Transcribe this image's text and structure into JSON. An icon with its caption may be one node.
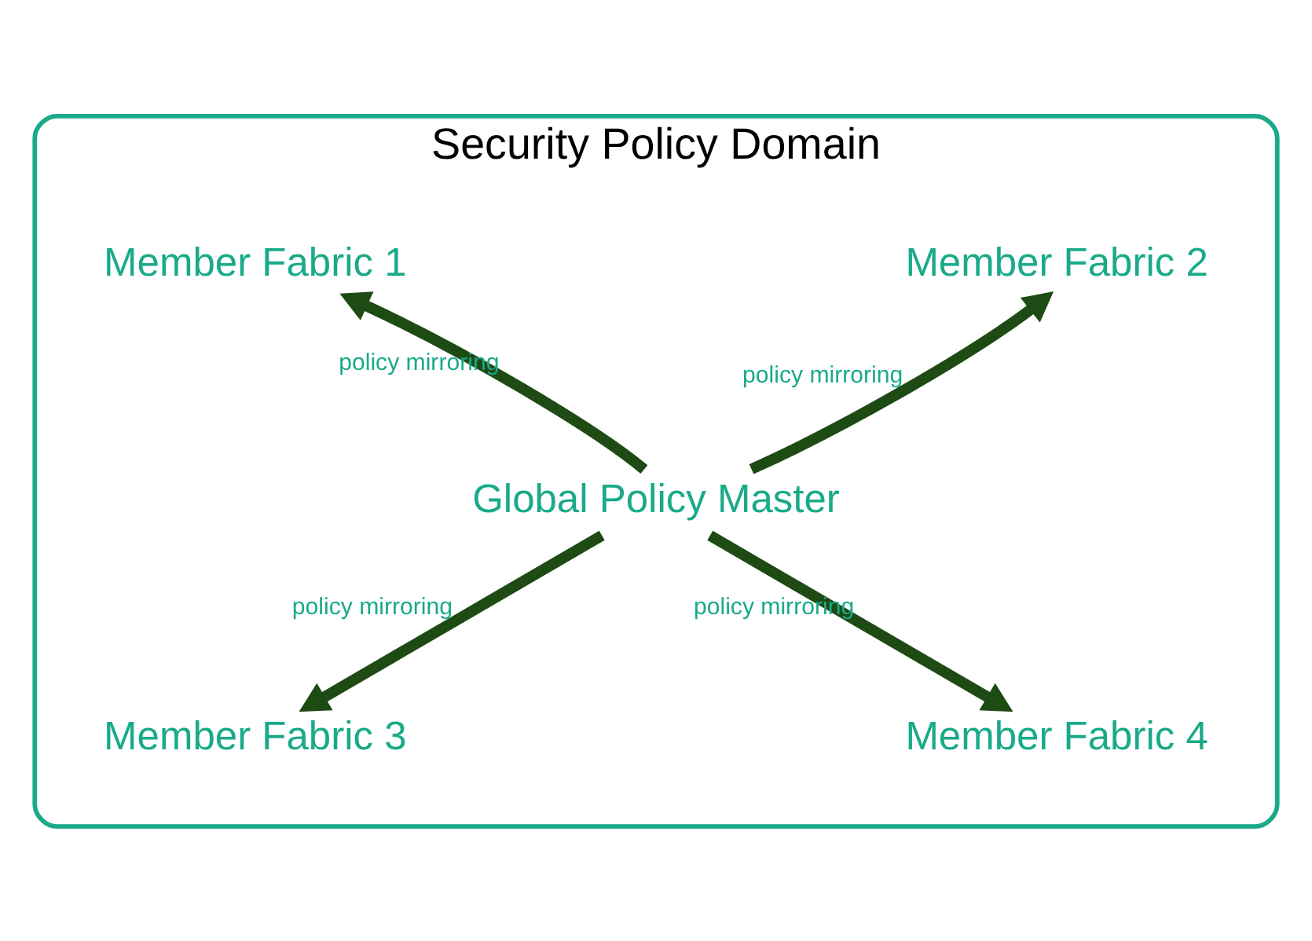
{
  "diagram": {
    "nodes": [
      {
        "text": [
          "Security Policy Domain"
        ]
      },
      {
        "text": [
          "Member Fabric 1"
        ],
        "in": 0
      },
      {
        "text": [
          "Member Fabric 2"
        ],
        "in": 0
      },
      {
        "text": [
          "Global Policy Master"
        ],
        "in": 0
      },
      {
        "text": [
          "Member Fabric 3"
        ],
        "in": 0
      },
      {
        "text": [
          "Member Fabric 4"
        ],
        "in": 0
      }
    ],
    "edges": [
      {
        "from": 3,
        "to": 1,
        "arrow": "to",
        "label": "policy mirroring"
      },
      {
        "from": 3,
        "to": 2,
        "arrow": "to",
        "label": "policy mirroring"
      },
      {
        "from": 3,
        "to": 4,
        "arrow": "to",
        "label": "policy mirroring"
      },
      {
        "from": 3,
        "to": 5,
        "arrow": "to",
        "label": "policy mirroring"
      }
    ]
  }
}
